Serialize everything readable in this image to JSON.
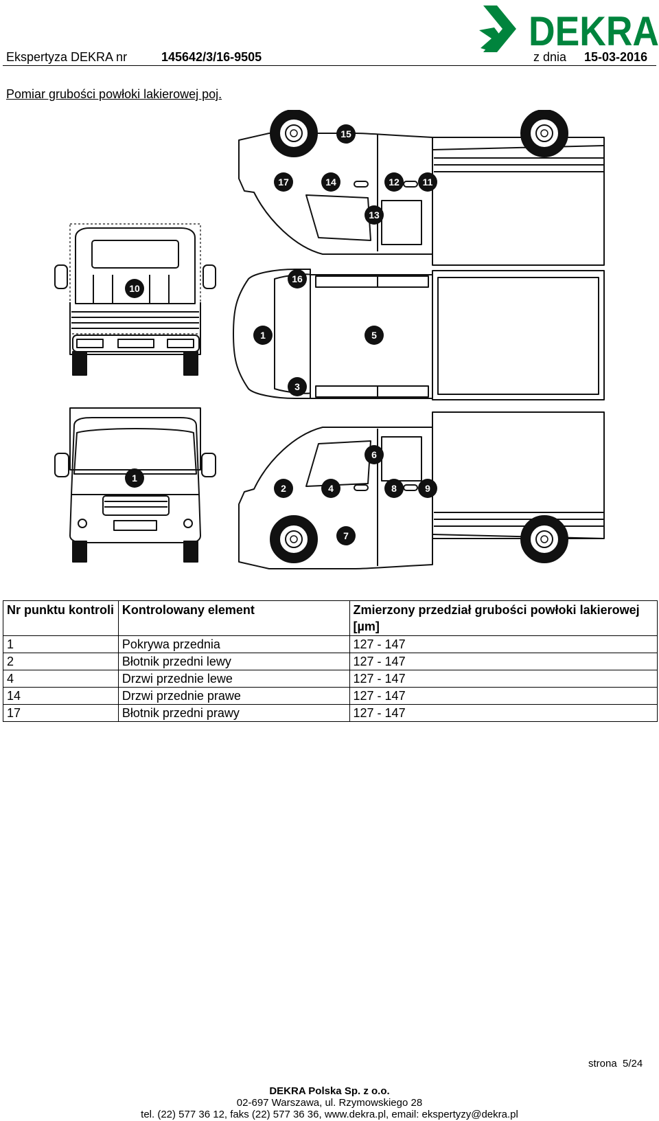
{
  "header": {
    "logo_text": "DEKRA",
    "report_label": "Ekspertyza DEKRA nr",
    "report_number": "145642/3/16-9505",
    "date_label": "z dnia",
    "date_value": "15-03-2016",
    "brand_green": "#00843d"
  },
  "section_title": "Pomiar grubości powłoki lakierowej poj.",
  "diagram": {
    "points": [
      "1",
      "2",
      "3",
      "4",
      "5",
      "6",
      "7",
      "8",
      "9",
      "10",
      "11",
      "12",
      "13",
      "14",
      "15",
      "16",
      "17"
    ]
  },
  "table": {
    "headers": [
      "Nr punktu kontroli",
      "Kontrolowany element",
      "Zmierzony przedział grubości powłoki lakierowej [µm]"
    ],
    "rows": [
      [
        "1",
        "Pokrywa przednia",
        "127 - 147"
      ],
      [
        "2",
        "Błotnik przedni lewy",
        "127 - 147"
      ],
      [
        "4",
        "Drzwi przednie lewe",
        "127 - 147"
      ],
      [
        "14",
        "Drzwi przednie prawe",
        "127 - 147"
      ],
      [
        "17",
        "Błotnik przedni prawy",
        "127 - 147"
      ]
    ]
  },
  "page": {
    "label": "strona",
    "value": "5/24"
  },
  "footer": {
    "company": "DEKRA Polska Sp. z o.o.",
    "address": "02-697 Warszawa, ul. Rzymowskiego 28",
    "contact": "tel. (22) 577 36 12, faks (22) 577 36 36, www.dekra.pl, email: ekspertyzy@dekra.pl"
  }
}
